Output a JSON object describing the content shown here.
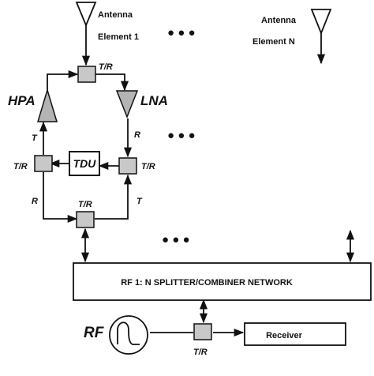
{
  "antenna1": {
    "line1": "Antenna",
    "line2": "Element 1"
  },
  "antennaN": {
    "line1": "Antenna",
    "line2": "Element N"
  },
  "blocks": {
    "hpa": "HPA",
    "lna": "LNA",
    "tdu": "TDU",
    "network": "RF 1: N SPLITTER/COMBINER NETWORK",
    "rf_source": "RF",
    "receiver": "Receiver"
  },
  "switch_labels": {
    "top": "T/R",
    "left": "T/R",
    "right": "T/R",
    "bottom": "T/R",
    "rf": "T/R"
  },
  "path_labels": {
    "left_upper": "T",
    "left_lower": "R",
    "right_upper": "R",
    "right_lower": "T"
  },
  "ellipses": [
    "● ● ●",
    "● ● ●",
    "● ● ●"
  ],
  "colors": {
    "line": "#111111",
    "switch_fill": "#c8c8c8",
    "amp_fill": "#b4b4b4",
    "background": "#ffffff"
  }
}
